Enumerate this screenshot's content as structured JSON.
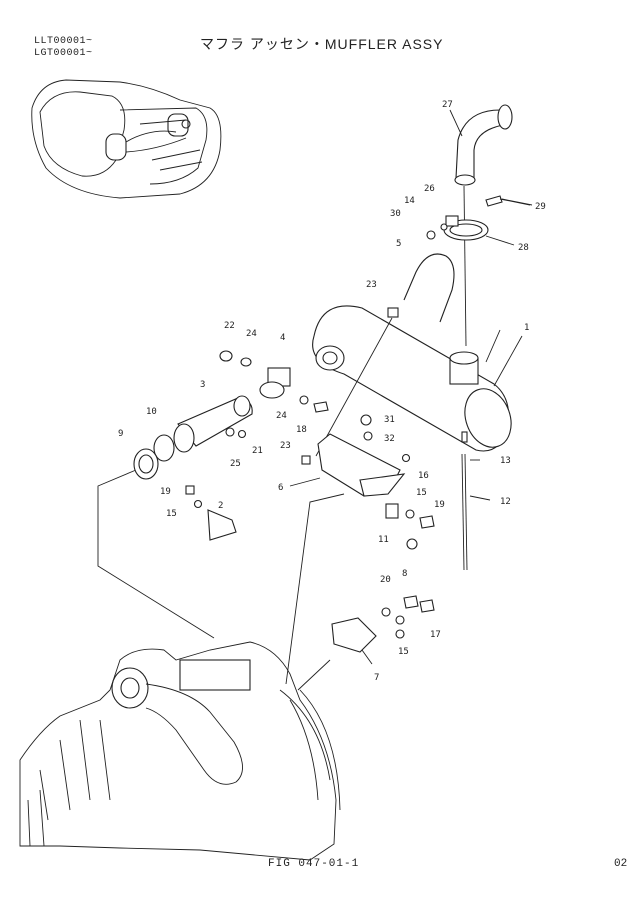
{
  "header": {
    "serial_1": "LLT00001~",
    "serial_2": "LGT00001~",
    "title": "マフラ アッセン・MUFFLER ASSY"
  },
  "footer": {
    "figure_id": "FIG 047-01-1",
    "page_number": "02"
  },
  "callouts": {
    "c27": "27",
    "c29": "29",
    "c26a": "26",
    "c14": "14",
    "c30": "30",
    "c28": "28",
    "c5": "5",
    "c23a": "23",
    "c1": "1",
    "c22": "22",
    "c24a": "24",
    "c4": "4",
    "c3": "3",
    "c24b": "24",
    "c18": "18",
    "c31": "31",
    "c32": "32",
    "c10": "10",
    "c9": "9",
    "c23b": "23",
    "c25": "25",
    "c21": "21",
    "c16": "16",
    "c13": "13",
    "c6": "6",
    "c15a": "15",
    "c19a": "19",
    "c12": "12",
    "c19b": "19",
    "c2": "2",
    "c15b": "15",
    "c11": "11",
    "c8": "8",
    "c20": "20",
    "c17": "17",
    "c15c": "15",
    "c7": "7"
  }
}
